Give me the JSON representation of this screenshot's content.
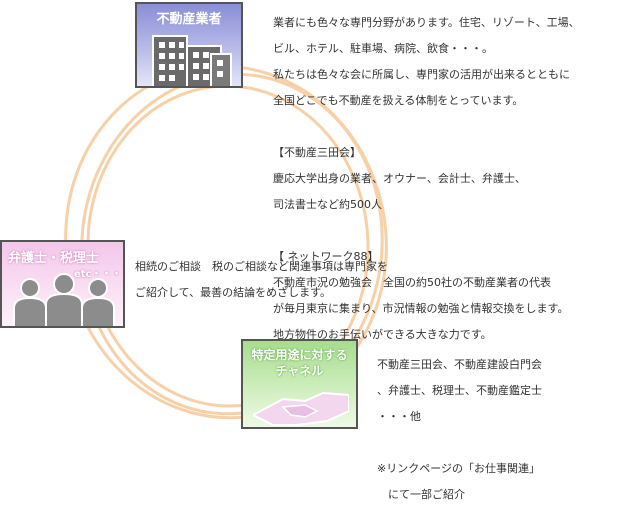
{
  "colors": {
    "ring": "#f8d0a8",
    "realestate_accent": "#8a8fd6",
    "lawyers_accent": "#f4c6ea",
    "channel_accent": "#a7dc8e",
    "text": "#333333"
  },
  "realestate": {
    "title": "不動産業者",
    "icon": "building-icon",
    "paragraph1": [
      "業者にも色々な専門分野があります。住宅、リゾート、工場、",
      "ビル、ホテル、駐車場、病院、飲食・・・。",
      "私たちは色々な会に所属し、専門家の活用が出来るとともに",
      "全国どこでも不動産を扱える体制をとっています。"
    ],
    "mita_title": "【不動産三田会】",
    "mita_lines": [
      "慶応大学出身の業者、オウナー、会計士、弁護士、",
      "司法書士など約500人"
    ],
    "network_title": "【 ネットワーク88】",
    "network_lines": [
      "不動産市況の勉強会　全国の約50社の不動産業者の代表",
      "が毎月東京に集まり、市況情報の勉強と情報交換をします。",
      "地方物件のお手伝いができる大きな力です。"
    ]
  },
  "lawyers": {
    "title": "弁護士・税理士",
    "etc": "etc・・・",
    "icon": "people-icon",
    "lines": [
      "相続のご相談　税のご相談など関連事項は専門家を",
      "ご紹介して、最善の結論をめざします。"
    ]
  },
  "channel": {
    "title_line1": "特定用途に対する",
    "title_line2": "チャネル",
    "icon": "handshake-icon",
    "lines": [
      "不動産三田会、不動産建設白門会",
      "、弁護士、税理士、不動産鑑定士",
      "・・・他"
    ],
    "note_lines": [
      "※リンクページの「お仕事関連」",
      "　にて一部ご紹介"
    ]
  }
}
